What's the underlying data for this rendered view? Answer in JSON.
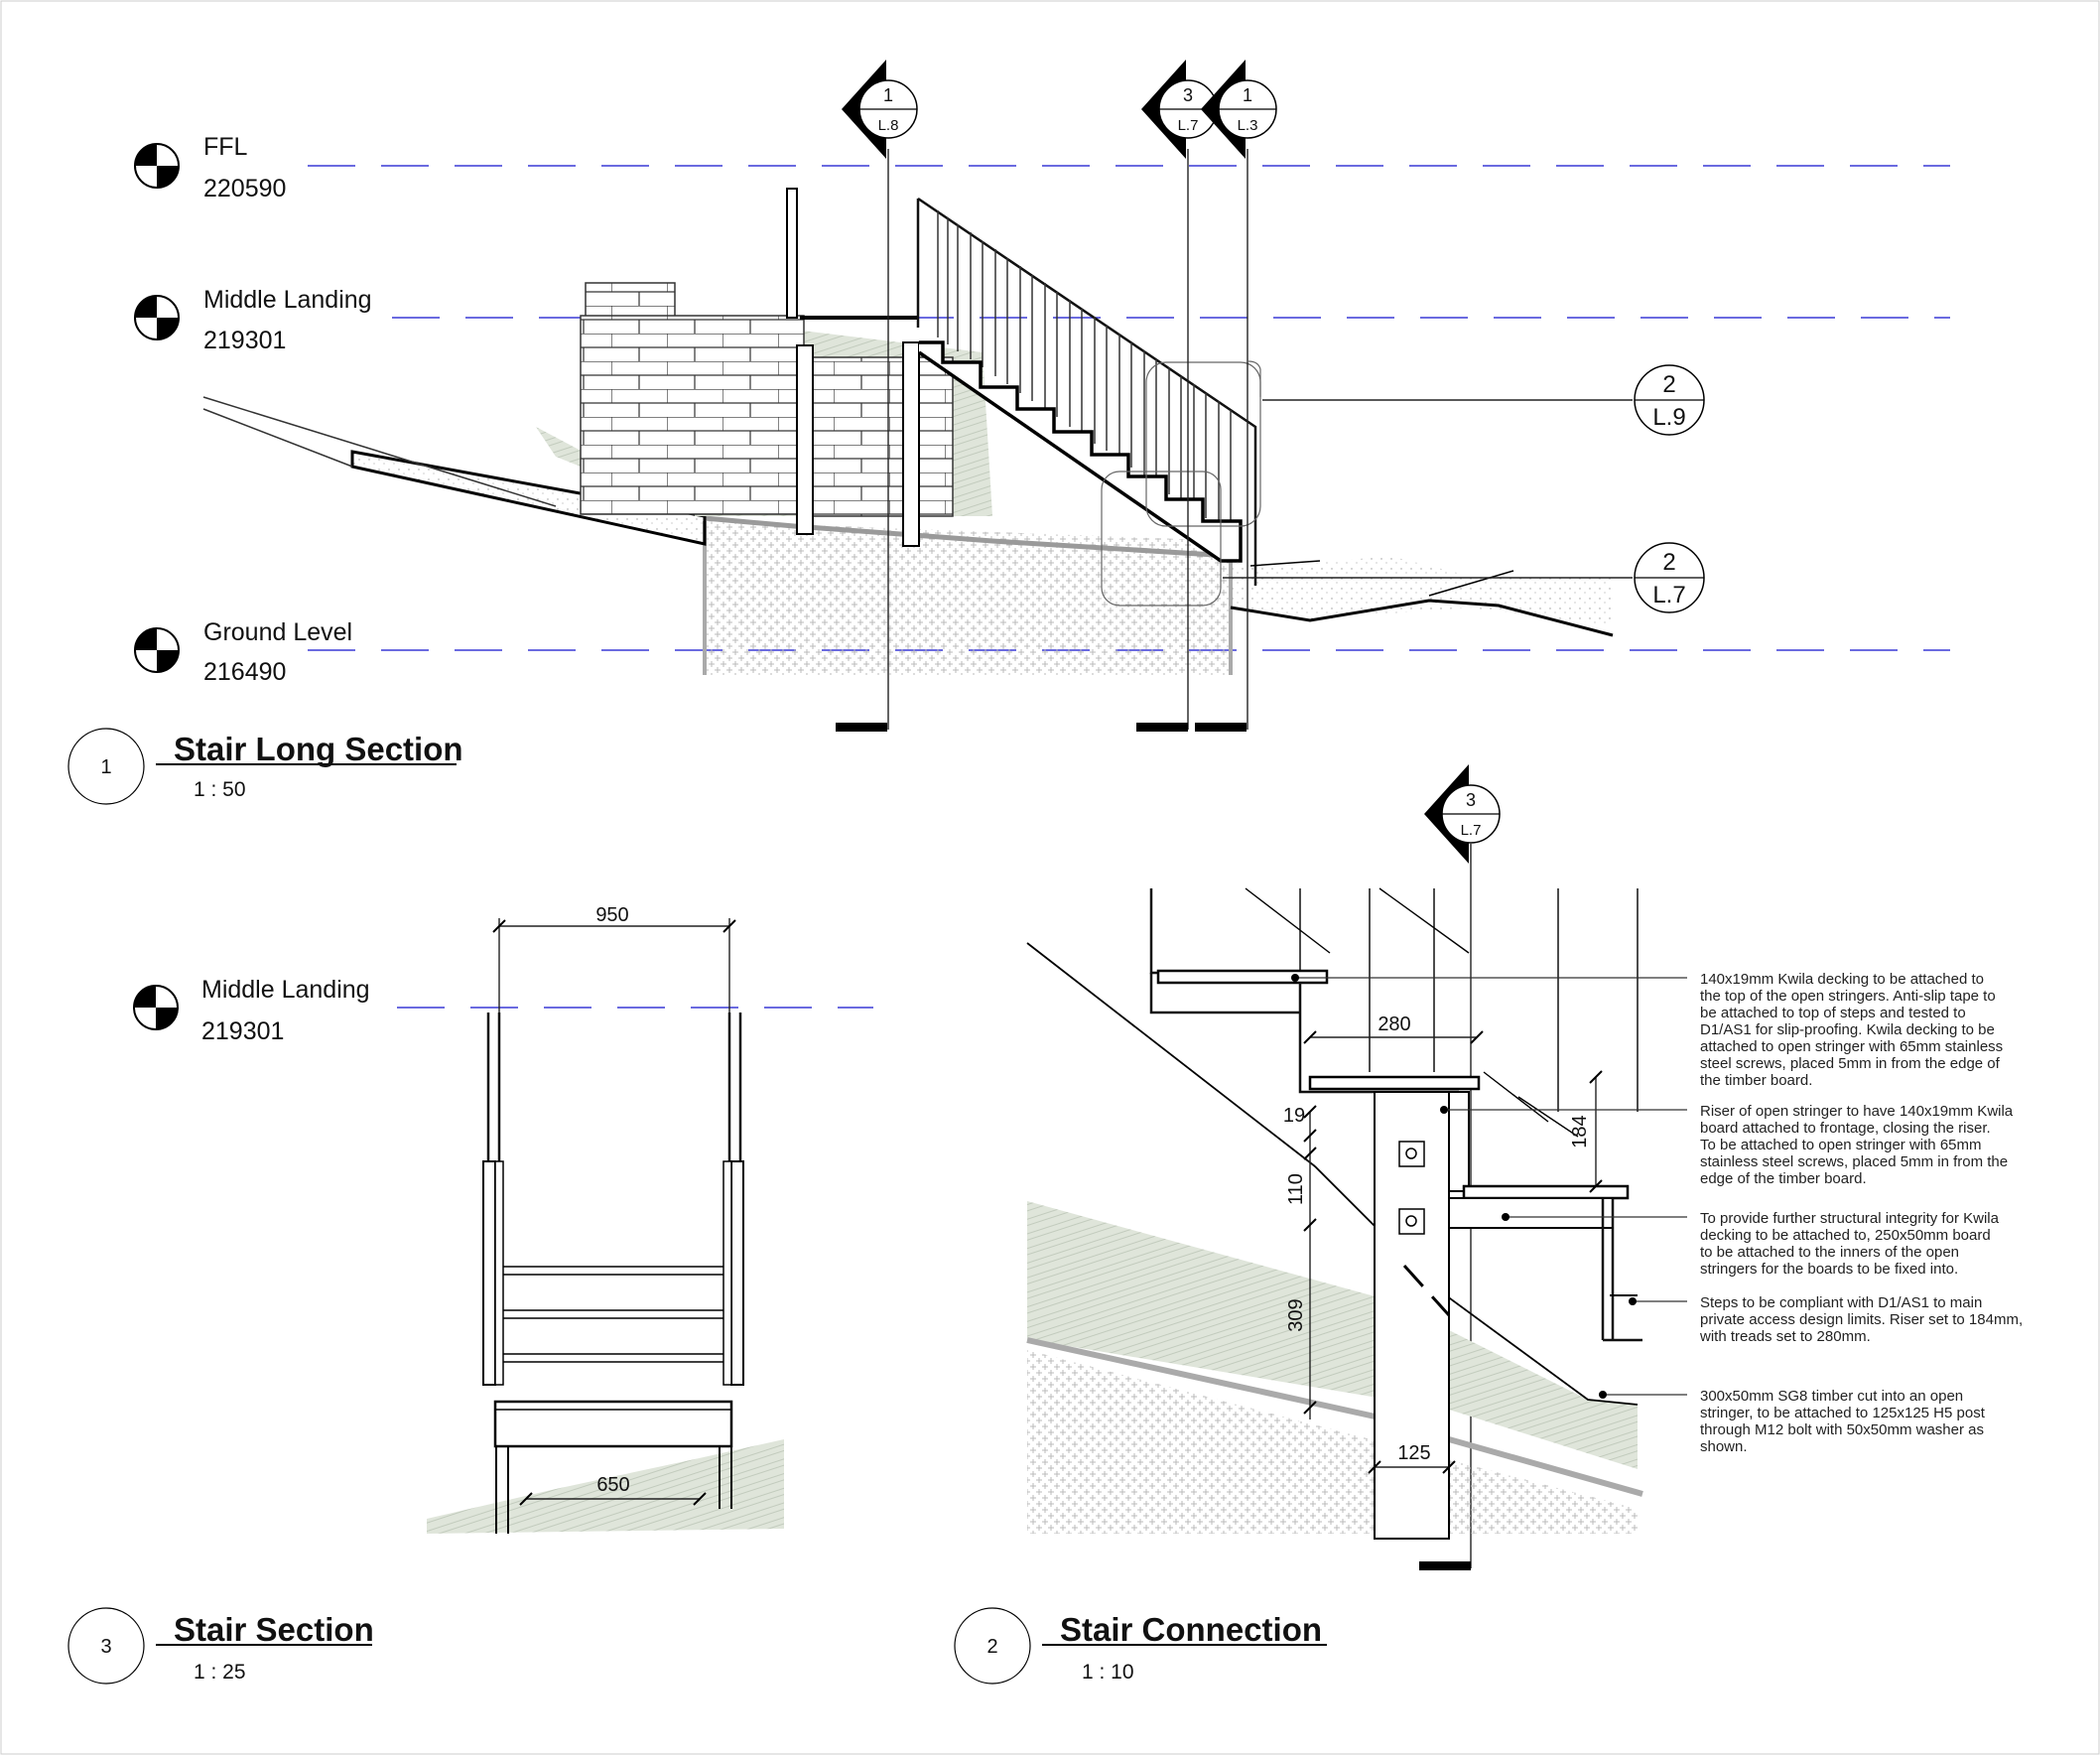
{
  "levels": {
    "ffl": {
      "name": "FFL",
      "value": "220590"
    },
    "middle_landing": {
      "name": "Middle Landing",
      "value": "219301"
    },
    "ground_level": {
      "name": "Ground Level",
      "value": "216490"
    },
    "middle_landing_sec3": {
      "name": "Middle Landing",
      "value": "219301"
    }
  },
  "tags": {
    "long_tag1": {
      "num": "1",
      "sheet": "L.8"
    },
    "long_tag2": {
      "num": "3",
      "sheet": "L.7"
    },
    "long_tag3": {
      "num": "1",
      "sheet": "L.3"
    },
    "callout_upper": {
      "num": "2",
      "sheet": "L.9"
    },
    "callout_lower": {
      "num": "2",
      "sheet": "L.7"
    },
    "conn_tag": {
      "num": "3",
      "sheet": "L.7"
    }
  },
  "views": {
    "long_section": {
      "num": "1",
      "title": "Stair Long Section",
      "scale": "1 : 50"
    },
    "stair_section": {
      "num": "3",
      "title": "Stair Section",
      "scale": "1 : 25"
    },
    "stair_connection": {
      "num": "2",
      "title": "Stair Connection",
      "scale": "1 : 10"
    }
  },
  "dimensions": {
    "width_950": "950",
    "width_650": "650",
    "tread_280": "280",
    "riser_184": "184",
    "d19": "19",
    "d110": "110",
    "d309": "309",
    "d125": "125"
  },
  "notes": {
    "n1": [
      "140x19mm Kwila decking to be attached to",
      "the top of the open stringers. Anti-slip tape to",
      "be attached to top of steps and tested to",
      "D1/AS1 for slip-proofing. Kwila decking to be",
      "attached to open stringer with 65mm stainless",
      "steel screws, placed 5mm in from the edge of",
      "the timber board."
    ],
    "n2": [
      "Riser of open stringer to have 140x19mm Kwila",
      "board attached to frontage, closing the riser.",
      "To be attached to open stringer with 65mm",
      "stainless steel screws, placed 5mm in from the",
      "edge of the timber board."
    ],
    "n3": [
      "To provide further structural integrity for Kwila",
      "decking to be attached to, 250x50mm board",
      "to be attached to the inners of the open",
      "stringers for the boards to be fixed into."
    ],
    "n4": [
      "Steps to be compliant with D1/AS1 to main",
      "private access design limits. Riser set to 184mm,",
      "with treads set to 280mm."
    ],
    "n5": [
      "300x50mm SG8 timber cut into an open",
      "stringer, to be attached to 125x125 H5 post",
      "through M12 bolt with 50x50mm washer as",
      "shown."
    ]
  },
  "colors": {
    "level_line": "#3a3ad6",
    "ground_hatch": "#c9d1c4",
    "ground_profile": "#9a9a9a"
  }
}
